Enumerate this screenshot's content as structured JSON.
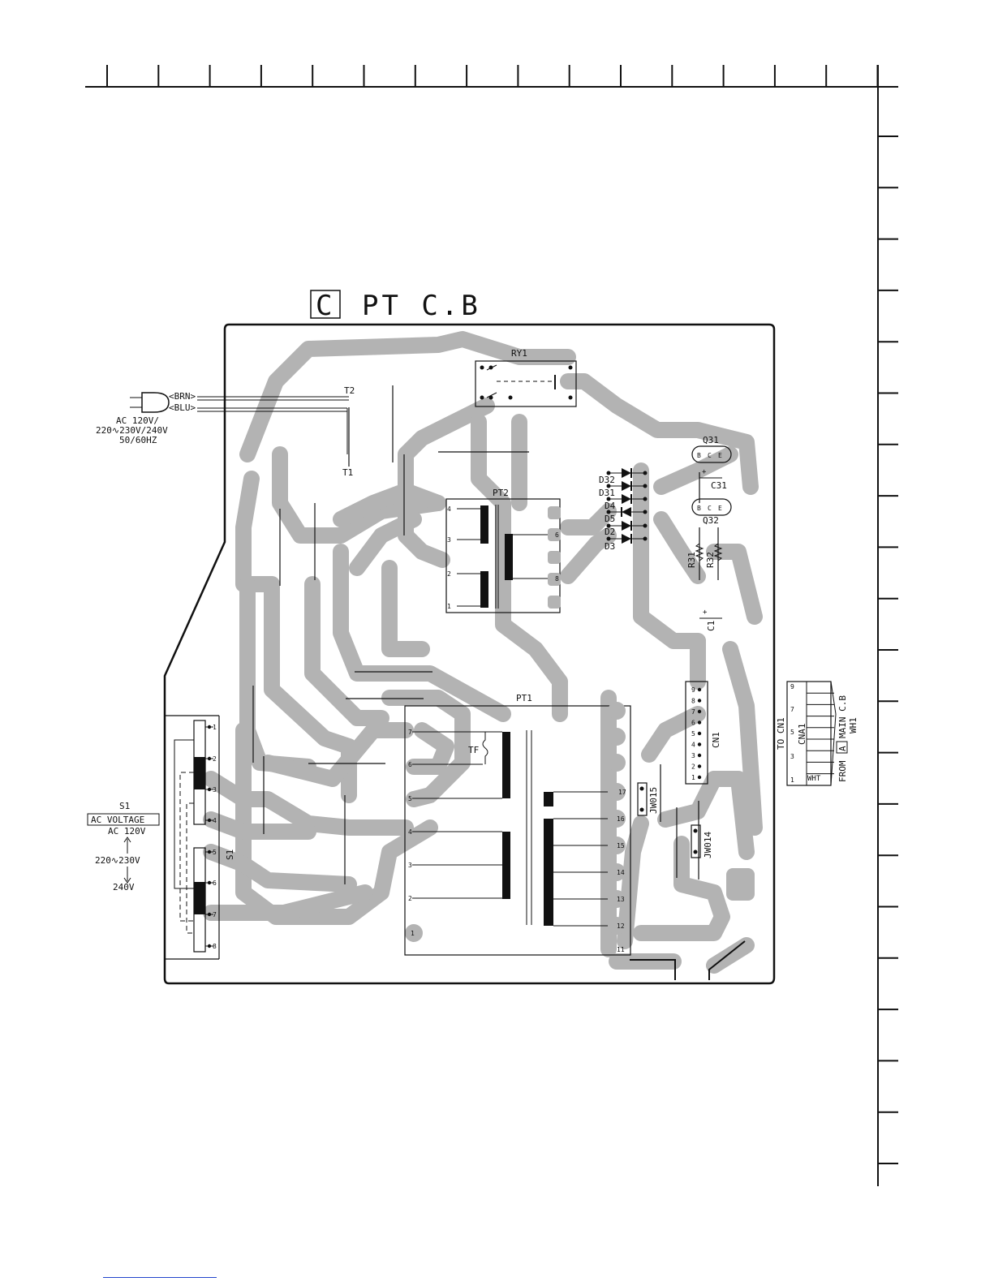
{
  "title": {
    "box_letter": "C",
    "text": "PT C.B"
  },
  "ac_input": {
    "wire_brown": "<BRN>",
    "wire_blue": "<BLU>",
    "voltage_lines": [
      "AC 120V/",
      "220∿230V/240V",
      "50/60HZ"
    ]
  },
  "components": {
    "relay": "RY1",
    "transistors": [
      "Q31",
      "Q32"
    ],
    "transistor_pins": [
      "B",
      "C",
      "E"
    ],
    "capacitors": [
      "C31",
      "C1"
    ],
    "resistors": [
      "R31",
      "R32"
    ],
    "diodes": [
      "D32",
      "D31",
      "D4",
      "D5",
      "D2",
      "D3"
    ],
    "fuses": [
      "T2",
      "T1"
    ],
    "thermal_fuse": "TF",
    "jumpers": [
      "JW015",
      "JW014"
    ],
    "connector": "CN1",
    "switch": "S1"
  },
  "transformers": {
    "pt2": {
      "label": "PT2",
      "primary_pins": [
        "4",
        "3",
        "2",
        "1"
      ],
      "secondary_pins": [
        "6",
        "8"
      ]
    },
    "pt1": {
      "label": "PT1",
      "primary_pins": [
        "7",
        "6",
        "5",
        "4",
        "3",
        "2",
        "1"
      ],
      "secondary_pins": [
        "17",
        "16",
        "15",
        "14",
        "13",
        "12",
        "11"
      ]
    }
  },
  "voltage_selector": {
    "name": "S1",
    "header": "AC VOLTAGE",
    "options": [
      "AC 120V",
      "220∿230V",
      "240V"
    ],
    "pins": [
      "1",
      "2",
      "3",
      "4",
      "5",
      "6",
      "7",
      "8"
    ]
  },
  "cn1_pins": [
    "9",
    "8",
    "7",
    "6",
    "5",
    "4",
    "3",
    "2",
    "1"
  ],
  "cna1": {
    "label": "CNA1",
    "pins": [
      "9",
      "7",
      "5",
      "3",
      "1"
    ],
    "wire_color": "WHT",
    "note_to": "TO CN1",
    "note_from_prefix": "FROM",
    "note_from_box": "A",
    "note_from_suffix": "MAIN C.B",
    "wire_code": "WH1"
  },
  "colors": {
    "trace": "#b3b3b3",
    "ink": "#111111",
    "link": "#2244cc"
  }
}
